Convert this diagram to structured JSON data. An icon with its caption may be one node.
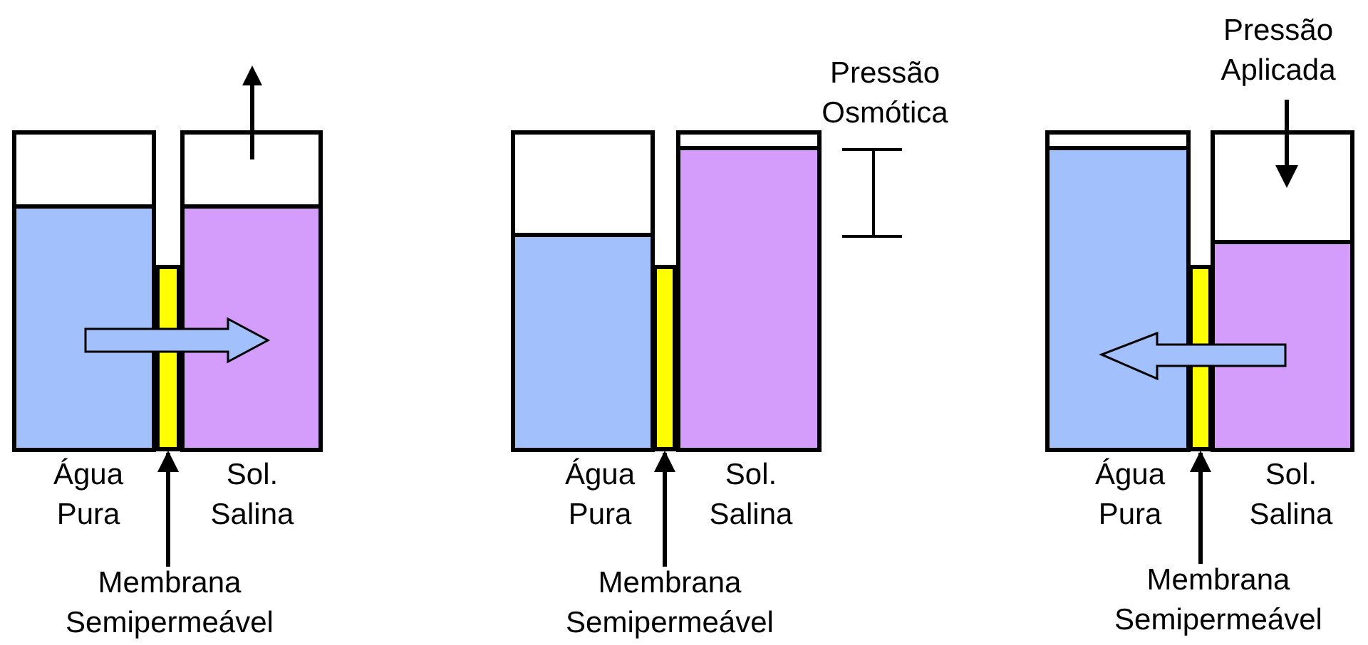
{
  "diagram": {
    "nodes": [
      {
        "text": [],
        "shape": "bar"
      },
      {
        "text": [
          "Membrana Semipermeável"
        ]
      },
      {
        "text": [],
        "shape": "bar"
      },
      {
        "text": [
          "Membrana Semipermeável"
        ]
      },
      {
        "text": [],
        "shape": "bar"
      },
      {
        "text": [
          "Membrana Semipermeável"
        ]
      }
    ],
    "edges": [
      {
        "from": 1,
        "to": 0,
        "arrow": "to"
      },
      {
        "from": 3,
        "to": 2,
        "arrow": "to"
      },
      {
        "from": 5,
        "to": 4,
        "arrow": "to"
      }
    ],
    "labels": [
      "Pressão Aplicada",
      "Pressão Osmótica",
      "Água Pura",
      "Sol. Salina",
      "Água Pura",
      "Sol. Salina",
      "Água Pura",
      "Sol. Salina"
    ]
  }
}
